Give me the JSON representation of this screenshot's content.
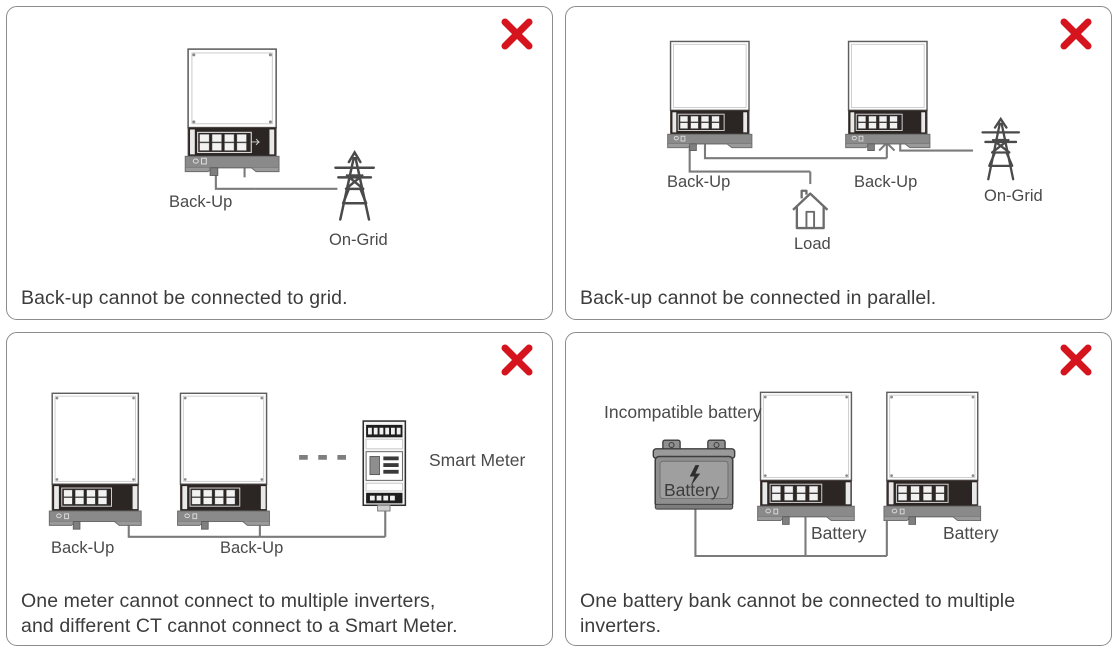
{
  "colors": {
    "x_red": "#d6141e",
    "panel_border": "#8c8c8c",
    "text": "#3c3c3c",
    "label_text": "#4a4a4a",
    "wire": "#7b7b7b",
    "inverter_dark": "#2b2523",
    "inverter_base": "#8a8a8a",
    "battery_body": "#8f8f8f",
    "battery_face": "#9c9c9c",
    "dash_gray": "#7e7e7e"
  },
  "icons": {
    "x": "x-mark-icon",
    "tower": "power-tower-icon",
    "house": "house-load-icon",
    "battery": "battery-icon",
    "meter": "smart-meter-icon",
    "inverter": "inverter-icon"
  },
  "panels": [
    {
      "id": "panel-backup-to-grid",
      "caption": "Back-up cannot be connected to grid.",
      "labels": {
        "backup": "Back-Up",
        "ongrid": "On-Grid"
      }
    },
    {
      "id": "panel-backup-parallel",
      "caption": "Back-up cannot be connected in parallel.",
      "labels": {
        "backup_left": "Back-Up",
        "backup_right": "Back-Up",
        "load": "Load",
        "ongrid": "On-Grid"
      }
    },
    {
      "id": "panel-meter-multiple-inverters",
      "caption_line1": "One meter cannot connect to multiple inverters,",
      "caption_line2": "and different CT cannot connect to a Smart Meter.",
      "labels": {
        "backup_left": "Back-Up",
        "backup_right": "Back-Up",
        "smart_meter": "Smart Meter"
      }
    },
    {
      "id": "panel-battery-multiple-inverters",
      "caption_line1": "One battery bank cannot be connected to multiple",
      "caption_line2": "inverters.",
      "labels": {
        "incompatible": "Incompatible battery",
        "battery_text": "Battery",
        "battery_left": "Battery",
        "battery_right": "Battery"
      }
    }
  ]
}
